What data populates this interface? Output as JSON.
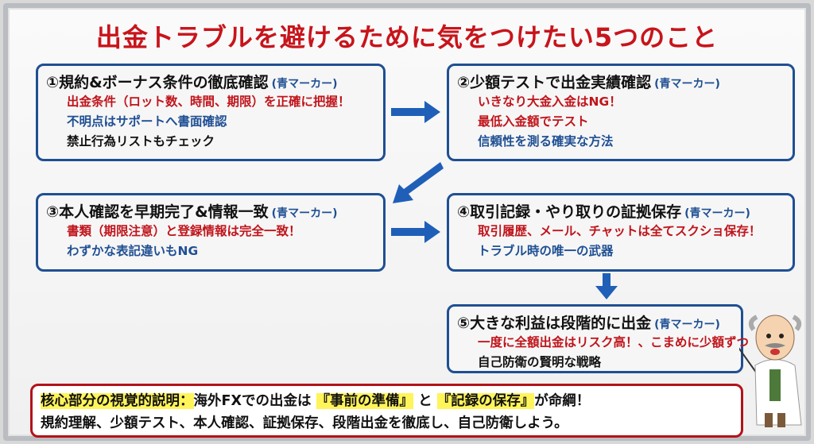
{
  "title": "出金トラブルを避けるために気をつけたい5つのこと",
  "marker": "(青マーカー)",
  "steps": [
    {
      "heading": "①規約&ボーナス条件の徹底確認",
      "lines": [
        {
          "text": "出金条件（ロット数、時間、期限）を正確に把握！",
          "color": "red"
        },
        {
          "text": "不明点はサポートへ書面確認",
          "color": "blue"
        },
        {
          "text": "禁止行為リストもチェック",
          "color": "black"
        }
      ]
    },
    {
      "heading": "②少額テストで出金実績確認",
      "lines": [
        {
          "text": "いきなり大金入金はNG！",
          "color": "red"
        },
        {
          "text": "最低入金額でテスト",
          "color": "red"
        },
        {
          "text": "信頼性を測る確実な方法",
          "color": "blue"
        }
      ]
    },
    {
      "heading": "③本人確認を早期完了&情報一致",
      "lines": [
        {
          "text": "書類（期限注意）と登録情報は完全一致！",
          "color": "red"
        },
        {
          "text": "わずかな表記違いもNG",
          "color": "blue"
        }
      ]
    },
    {
      "heading": "④取引記録・やり取りの証拠保存",
      "lines": [
        {
          "text": "取引履歴、メール、チャットは全てスクショ保存！",
          "color": "red"
        },
        {
          "text": "トラブル時の唯一の武器",
          "color": "blue"
        }
      ]
    },
    {
      "heading": "⑤大きな利益は段階的に出金",
      "lines": [
        {
          "text": "一度に全額出金はリスク高！、こまめに少額ずつ",
          "color": "red"
        },
        {
          "text": "自己防衛の賢明な戦略",
          "color": "black"
        }
      ]
    }
  ],
  "summary": {
    "label": "核心部分の視覚的説明：",
    "pre": "海外FXでの出金は",
    "hl1": "『事前の準備』",
    "mid": "と",
    "hl2": "『記録の保存』",
    "post": "が命綱！",
    "line2": "規約理解、少額テスト、本人確認、証拠保存、段階出金を徹底し、自己防衛しよう。"
  },
  "colors": {
    "red": "#c8141b",
    "blue": "#1f4f93",
    "highlight": "#fff45a"
  }
}
